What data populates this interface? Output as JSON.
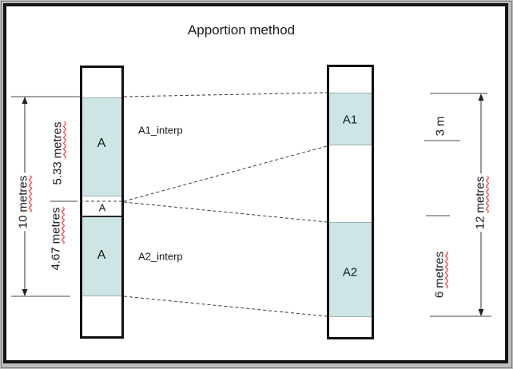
{
  "title": "Apportion method",
  "wells": {
    "left": {
      "zone_upper_label": "A",
      "zone_middle_label": "A",
      "zone_lower_label": "A"
    },
    "right": {
      "zone_upper_label": "A1",
      "zone_lower_label": "A2"
    }
  },
  "interp_labels": {
    "a1": "A1_interp",
    "a2": "A2_interp"
  },
  "dimensions": {
    "left_total": {
      "value": "10",
      "unit": "metres"
    },
    "left_upper": {
      "value": "5.33",
      "unit": "metres"
    },
    "left_lower": {
      "value": "4.67",
      "unit": "metres"
    },
    "right_upper": {
      "value": "3",
      "unit": "m"
    },
    "right_lower": {
      "value": "6",
      "unit": "metres"
    },
    "right_total": {
      "value": "12",
      "unit": "metres"
    }
  },
  "colors": {
    "zone_fill": "#cde5e5",
    "spellcheck_underline": "#ff0000",
    "frame_border": "#141414"
  }
}
